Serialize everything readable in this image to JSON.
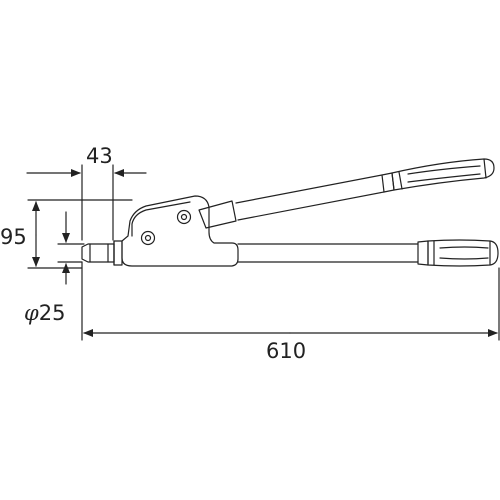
{
  "dimensions": {
    "head_length": "43",
    "height": "95",
    "diameter_symbol": "φ",
    "diameter_value": "25",
    "overall_length": "610"
  },
  "colors": {
    "line": "#222222",
    "background": "#ffffff"
  }
}
